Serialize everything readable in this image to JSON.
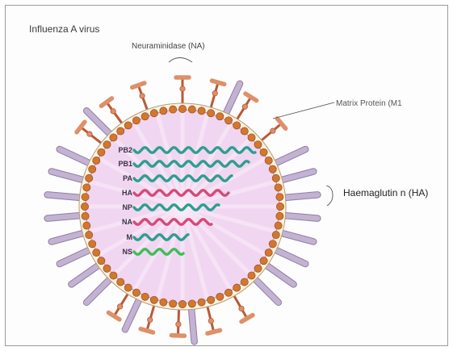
{
  "title": "Influenza A virus",
  "labels": {
    "neuraminidase": "Neuraminidase (NA)",
    "matrix_protein": "Matrix Protein (M1",
    "haemagglutinin": "Haemaglutin n (HA)"
  },
  "colors": {
    "interior": "#f1d6f1",
    "envelope": "#faf2e2",
    "m1_beads": "#d2772f",
    "ha_spike": "#c4b2d3",
    "na_spike": "#de9068",
    "teal": "#2c9f8f",
    "pink": "#d64a78",
    "green": "#3cbf55"
  },
  "segments": [
    {
      "label": "PB2",
      "color": "teal",
      "length": 1.0
    },
    {
      "label": "PB1",
      "color": "teal",
      "length": 0.95
    },
    {
      "label": "PA",
      "color": "teal",
      "length": 0.81
    },
    {
      "label": "HA",
      "color": "pink",
      "length": 0.78
    },
    {
      "label": "NP",
      "color": "teal",
      "length": 0.7
    },
    {
      "label": "NA",
      "color": "pink",
      "length": 0.64
    },
    {
      "label": "M",
      "color": "teal",
      "length": 0.45
    },
    {
      "label": "NS",
      "color": "green",
      "length": 0.41
    }
  ]
}
